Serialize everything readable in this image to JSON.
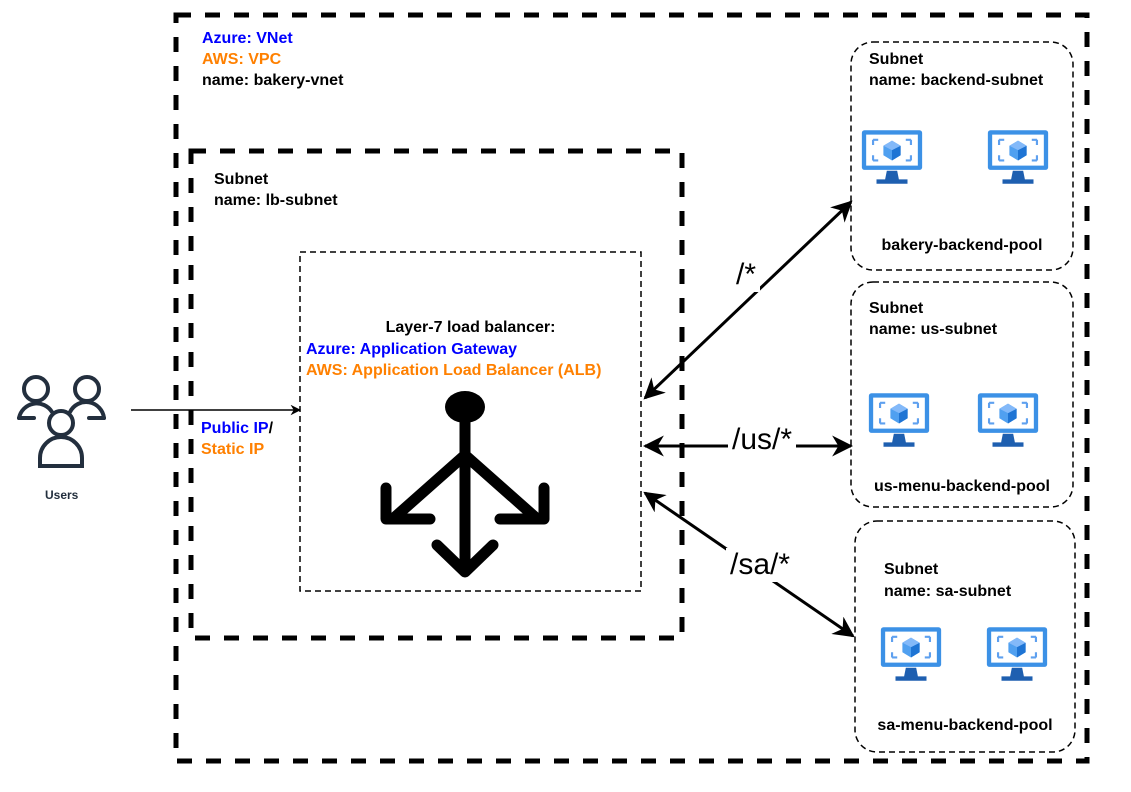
{
  "vnet": {
    "azure_label": "Azure: VNet",
    "aws_label": "AWS: VPC",
    "name_label": "name: bakery-vnet"
  },
  "lb_subnet": {
    "title": "Subnet",
    "name_label": "name: lb-subnet"
  },
  "load_balancer": {
    "title": "Layer-7 load balancer:",
    "azure_label": "Azure: Application Gateway",
    "aws_label": "AWS: Application Load Balancer (ALB)",
    "icon": "load-balancer-icon"
  },
  "users": {
    "label": "Users",
    "icon": "users-icon"
  },
  "ingress": {
    "public_ip_label": "Public IP",
    "separator": "/",
    "static_ip_label": "Static IP"
  },
  "routes": [
    {
      "path": "/*"
    },
    {
      "path": "/us/*"
    },
    {
      "path": "/sa/*"
    }
  ],
  "backend_subnets": [
    {
      "title": "Subnet",
      "name_label": "name: backend-subnet",
      "pool_label": "bakery-backend-pool",
      "vm_icon": "virtual-machine-icon"
    },
    {
      "title": "Subnet",
      "name_label": "name: us-subnet",
      "pool_label": "us-menu-backend-pool",
      "vm_icon": "virtual-machine-icon"
    },
    {
      "title": "Subnet",
      "name_label": "name: sa-subnet",
      "pool_label": "sa-menu-backend-pool",
      "vm_icon": "virtual-machine-icon"
    }
  ],
  "colors": {
    "azure": "#0000FF",
    "aws": "#FF8000",
    "vm_blue": "#2D8FE0"
  }
}
